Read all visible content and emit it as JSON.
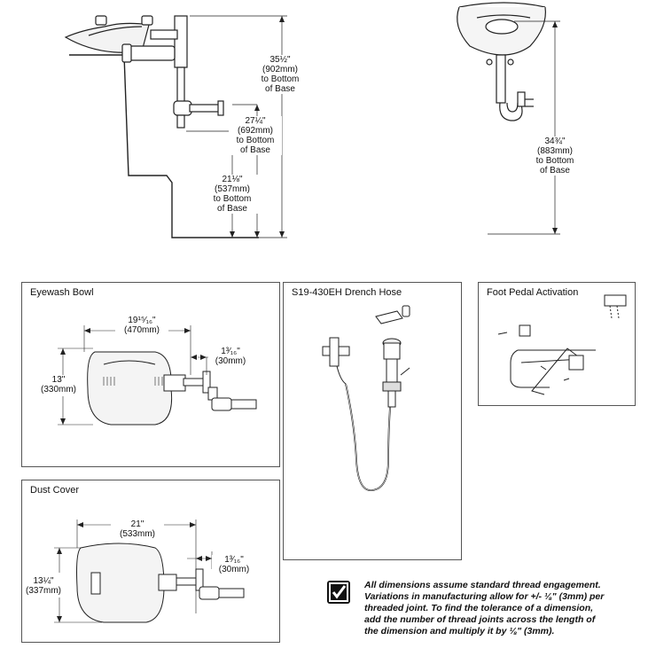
{
  "front_view": {
    "dim_top": [
      "35½\"",
      "(902mm)",
      "to Bottom",
      "of Base"
    ],
    "dim_mid": [
      "27¼\"",
      "(692mm)",
      "to Bottom",
      "of Base"
    ],
    "dim_low": [
      "21⅛\"",
      "(537mm)",
      "to Bottom",
      "of Base"
    ]
  },
  "side_view": {
    "dim": [
      "34¾\"",
      "(883mm)",
      "to Bottom",
      "of Base"
    ]
  },
  "eyewash_panel": {
    "title": "Eyewash Bowl",
    "width": [
      "19¹⁵⁄₁₆\"",
      "(470mm)"
    ],
    "height": [
      "13\"",
      "(330mm)"
    ],
    "offset": [
      "1³⁄₁₆\"",
      "(30mm)"
    ]
  },
  "drench_panel": {
    "title": "S19-430EH Drench Hose"
  },
  "foot_panel": {
    "title": "Foot Pedal Activation"
  },
  "dust_panel": {
    "title": "Dust Cover",
    "width": [
      "21\"",
      "(533mm)"
    ],
    "height": [
      "13¼\"",
      "(337mm)"
    ],
    "offset": [
      "1³⁄₁₆\"",
      "(30mm)"
    ]
  },
  "note": {
    "check_icon": "checkmark-icon",
    "lines": [
      "All dimensions assume standard thread engagement.",
      "Variations in manufacturing allow for +/- ⅛\" (3mm) per",
      "threaded joint. To find the tolerance of a dimension,",
      "add the number of thread joints across the length of",
      "the dimension and multiply it by ⅛\" (3mm)."
    ]
  }
}
